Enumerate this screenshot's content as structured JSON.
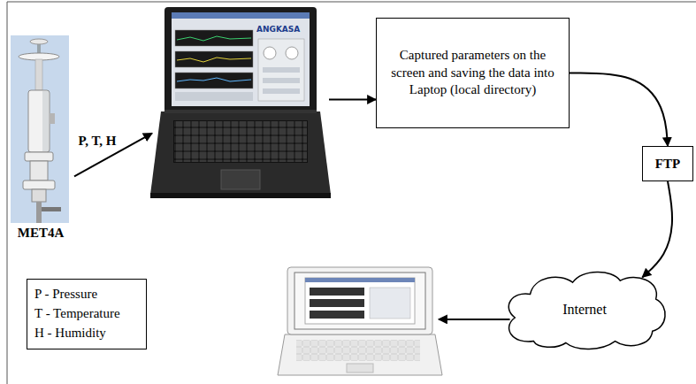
{
  "diagram": {
    "nodes": [
      {
        "text": [
          "MET4A"
        ]
      },
      {
        "text": [
          "ANGKASA"
        ]
      },
      {
        "text": [
          "Captured parameters on the screen and saving the data into Laptop (local directory)"
        ]
      },
      {
        "text": [
          "FTP"
        ]
      },
      {
        "text": [
          "Internet"
        ]
      },
      {
        "text": []
      },
      {
        "text": [
          "P - Pressure",
          "T - Temperature",
          "H - Humidity"
        ]
      }
    ],
    "edges": [
      {
        "from": 0,
        "to": 1,
        "label": "P, T, H",
        "arrow": "to"
      },
      {
        "from": 1,
        "to": 2,
        "arrow": "to"
      },
      {
        "from": 2,
        "to": 3,
        "arrow": "to"
      },
      {
        "from": 3,
        "to": 4,
        "arrow": "to"
      },
      {
        "from": 4,
        "to": 5,
        "arrow": "to"
      }
    ]
  }
}
